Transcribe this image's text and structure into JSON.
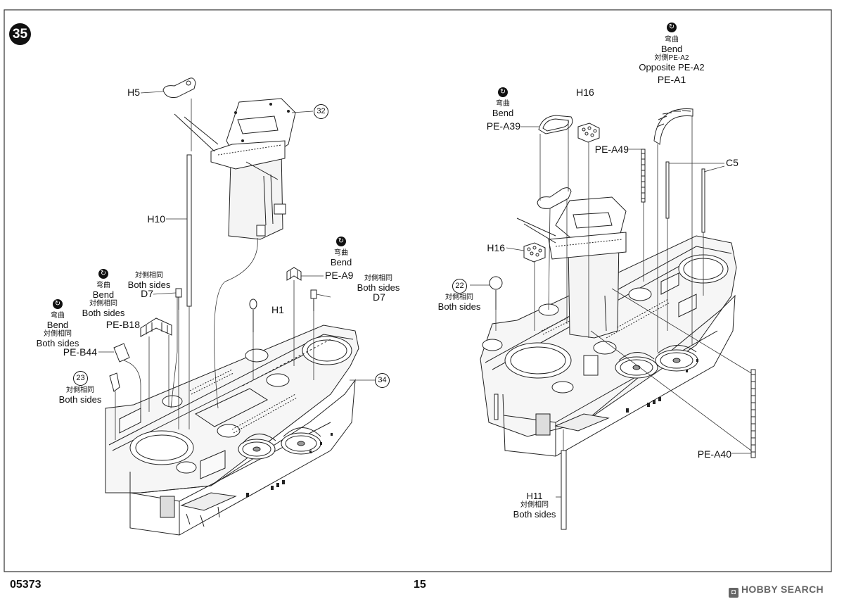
{
  "step_number": "35",
  "footer": {
    "product_code": "05373",
    "page_number": "15",
    "brand": "HOBBY SEARCH"
  },
  "bend_icon": "bend-arrow-icon",
  "left_assembly": {
    "H5": "H5",
    "callout_32": "32",
    "H10": "H10",
    "D7_left": {
      "cjk": "対側相同",
      "en": "Both sides",
      "part": "D7"
    },
    "H1": "H1",
    "PE_A9": {
      "cjk": "弯曲",
      "en": "Bend",
      "cjk2": "対側相同",
      "en2": "Both sides",
      "part": "PE-A9"
    },
    "D7_right": "D7",
    "PE_B18": {
      "cjk": "弯曲",
      "en": "Bend",
      "cjk2": "対側相同",
      "en2": "Both sides",
      "part": "PE-B18"
    },
    "PE_B44": {
      "cjk": "弯曲",
      "en": "Bend",
      "cjk2": "対側相同",
      "en2": "Both sides",
      "part": "PE-B44"
    },
    "callout_23": {
      "num": "23",
      "cjk": "対側相同",
      "en": "Both sides"
    },
    "callout_34": "34"
  },
  "right_assembly": {
    "PE_A1": {
      "cjk": "弯曲",
      "en": "Bend",
      "cjk2": "対側PE-A2",
      "en2": "Opposite PE-A2",
      "part": "PE-A1"
    },
    "H16_top": "H16",
    "PE_A39": {
      "cjk": "弯曲",
      "en": "Bend",
      "part": "PE-A39"
    },
    "PE_A49": "PE-A49",
    "C5": "C5",
    "H16_left": "H16",
    "callout_22": {
      "num": "22",
      "cjk": "対側相同",
      "en": "Both sides"
    },
    "PE_A40": "PE-A40",
    "H11": {
      "part": "H11",
      "cjk": "対側相同",
      "en": "Both sides"
    }
  }
}
